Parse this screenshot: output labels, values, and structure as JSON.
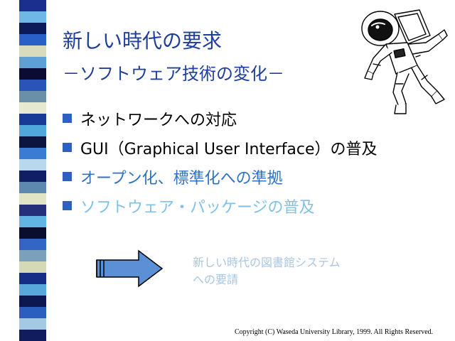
{
  "slide": {
    "title_line1": "新しい時代の要求",
    "title_line2": "－ソフトウェア技術の変化－",
    "bullets": [
      {
        "text": "ネットワークへの対応",
        "color": "#000000"
      },
      {
        "text": "GUI（Graphical User Interface）の普及",
        "color": "#000000"
      },
      {
        "text": "オープン化、標準化への準拠",
        "color": "#2f72c4"
      },
      {
        "text": "ソフトウェア・パッケージの普及",
        "color": "#7fc1e8"
      }
    ],
    "conclusion_line1": "新しい時代の図書館システム",
    "conclusion_line2": "への要請",
    "copyright": "Copyright (C) Waseda University Library, 1999. All Rights Reserved."
  },
  "colors": {
    "title": "#1f3f9e",
    "bullet_marker": "#2f5fbf",
    "arrow_fill": "#5b8fd6",
    "stripe": [
      "#1b2f8f",
      "#6fb7e6",
      "#0d1a5a",
      "#2860c8",
      "#d9dcbc",
      "#5ea0d6",
      "#0b0b33",
      "#2a54b8",
      "#6a8fa8",
      "#e6e8d0",
      "#173a96",
      "#4fa7da",
      "#0c153f",
      "#3a7bd3",
      "#b8d8ee",
      "#0f1f66",
      "#5d88b0",
      "#e2e4c6",
      "#26307a",
      "#61b4e4",
      "#0a0d2e",
      "#3365c4",
      "#7aa0bb",
      "#d6d9b5",
      "#162d86",
      "#58a8dc",
      "#0e1850",
      "#2b5fbf",
      "#a3c9e4",
      "#101c5e"
    ]
  },
  "icons": [
    "astronaut-illustration",
    "right-arrow-icon",
    "square-bullet-icon"
  ]
}
